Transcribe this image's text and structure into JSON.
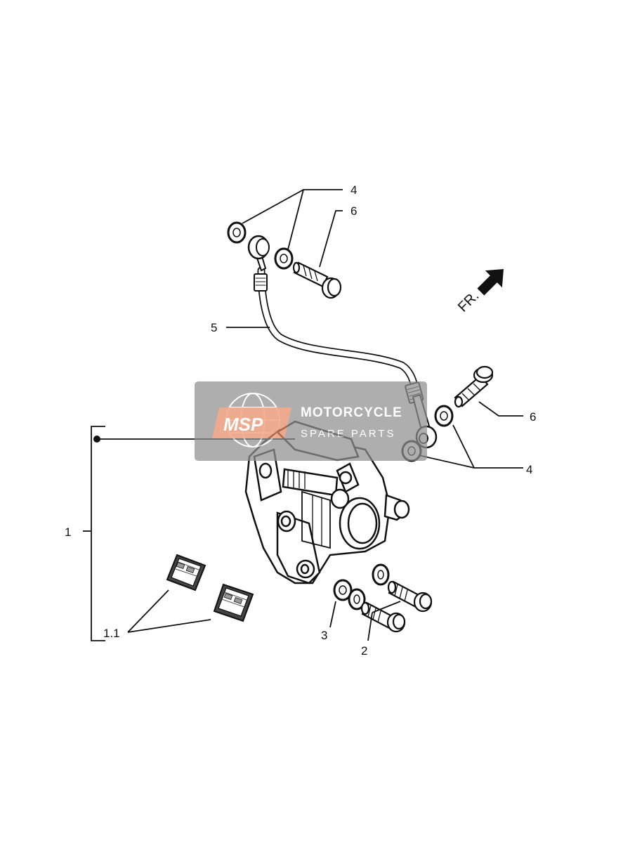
{
  "callouts": {
    "hose_washers_top": "4",
    "hose_bolt_top": "6",
    "brake_hose": "5",
    "hose_bolt_right": "6",
    "hose_washers_right": "4",
    "caliper_assembly": "1",
    "brake_pads": "1.1",
    "caliper_washers": "3",
    "caliper_bolts": "2"
  },
  "direction_marker": "FR.",
  "watermark": {
    "logo_text": "MSP",
    "title": "MOTORCYCLE",
    "subtitle": "SPARE PARTS",
    "accent_color": "#f08a60"
  }
}
